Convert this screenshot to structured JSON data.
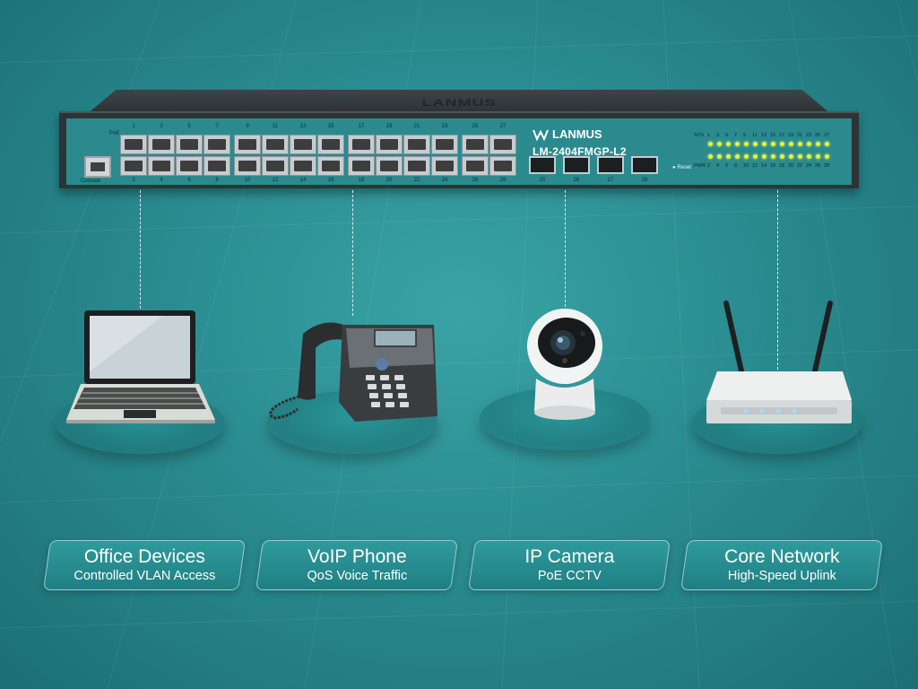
{
  "switch": {
    "brand": "LANMUS",
    "model": "LM-2404FMGP-L2",
    "poe_label": "PoE",
    "console_label": "Console",
    "reset_label": "Reset",
    "sys_label": "SYS",
    "pwr_label": "PWR",
    "top_port_numbers": [
      "1",
      "3",
      "5",
      "7",
      "9",
      "11",
      "13",
      "15",
      "17",
      "19",
      "21",
      "23"
    ],
    "bottom_port_numbers": [
      "2",
      "4",
      "6",
      "8",
      "10",
      "12",
      "14",
      "16",
      "18",
      "20",
      "22",
      "24"
    ],
    "combo_top": [
      "25",
      "27"
    ],
    "combo_bottom": [
      "26",
      "28"
    ],
    "sfp_numbers": [
      "25",
      "26",
      "27",
      "28"
    ],
    "led_top": [
      "1",
      "3",
      "5",
      "7",
      "9",
      "11",
      "13",
      "15",
      "17",
      "19",
      "21",
      "23",
      "25",
      "27"
    ],
    "led_bottom": [
      "2",
      "4",
      "6",
      "8",
      "10",
      "12",
      "14",
      "16",
      "18",
      "20",
      "22",
      "24",
      "26",
      "28"
    ],
    "led_color": "#e8f236"
  },
  "devices": [
    {
      "icon": "laptop-icon",
      "title": "Office Devices",
      "subtitle": "Controlled VLAN Access"
    },
    {
      "icon": "voip-phone-icon",
      "title": "VoIP Phone",
      "subtitle": "QoS Voice Traffic"
    },
    {
      "icon": "ip-camera-icon",
      "title": "IP Camera",
      "subtitle": "PoE CCTV"
    },
    {
      "icon": "router-icon",
      "title": "Core Network",
      "subtitle": "High-Speed Uplink"
    }
  ],
  "colors": {
    "background": "#2a8c90",
    "panel": "#2a8a8e",
    "chassis": "#2e3436"
  }
}
